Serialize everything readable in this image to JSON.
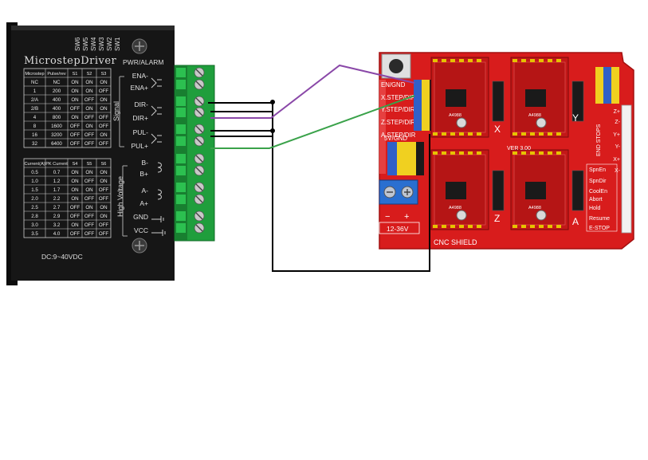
{
  "driver": {
    "title": "MicrostepDriver",
    "switch_labels": [
      "SW6",
      "SW5",
      "SW4",
      "SW3",
      "SW2",
      "SW1"
    ],
    "pwr_alarm": "PWR/ALARM",
    "microstep_table": {
      "headers": [
        "Microstep",
        "Pulse/rev",
        "S1",
        "S2",
        "S3"
      ],
      "rows": [
        [
          "NC",
          "NC",
          "ON",
          "ON",
          "ON"
        ],
        [
          "1",
          "200",
          "ON",
          "ON",
          "OFF"
        ],
        [
          "2/A",
          "400",
          "ON",
          "OFF",
          "ON"
        ],
        [
          "2/B",
          "400",
          "OFF",
          "ON",
          "ON"
        ],
        [
          "4",
          "800",
          "ON",
          "OFF",
          "OFF"
        ],
        [
          "8",
          "1600",
          "OFF",
          "ON",
          "OFF"
        ],
        [
          "16",
          "3200",
          "OFF",
          "OFF",
          "ON"
        ],
        [
          "32",
          "6400",
          "OFF",
          "OFF",
          "OFF"
        ]
      ]
    },
    "current_table": {
      "headers": [
        "Current(A)",
        "PK Current",
        "S4",
        "S5",
        "S6"
      ],
      "rows": [
        [
          "0.5",
          "0.7",
          "ON",
          "ON",
          "ON"
        ],
        [
          "1.0",
          "1.2",
          "ON",
          "OFF",
          "ON"
        ],
        [
          "1.5",
          "1.7",
          "ON",
          "ON",
          "OFF"
        ],
        [
          "2.0",
          "2.2",
          "ON",
          "OFF",
          "OFF"
        ],
        [
          "2.5",
          "2.7",
          "OFF",
          "ON",
          "ON"
        ],
        [
          "2.8",
          "2.9",
          "OFF",
          "OFF",
          "ON"
        ],
        [
          "3.0",
          "3.2",
          "ON",
          "OFF",
          "OFF"
        ],
        [
          "3.5",
          "4.0",
          "OFF",
          "OFF",
          "OFF"
        ]
      ]
    },
    "dc_label": "DC:9~40VDC",
    "signal_group": "Signal",
    "hv_group": "High Voltage",
    "terminals": [
      "ENA-",
      "ENA+",
      "DIR-",
      "DIR+",
      "PUL-",
      "PUL+",
      "B-",
      "B+",
      "A-",
      "A+",
      "GND",
      "VCC"
    ]
  },
  "shield": {
    "name": "CNC SHIELD",
    "version": "VER 3.00",
    "pin_labels": [
      "EN/GND",
      "X.STEP/DIR",
      "Y.STEP/DIR",
      "Z.STEP/DIR",
      "A.STEP/DIR",
      "5V/GND"
    ],
    "power_label": "12-36V",
    "minus": "−",
    "plus": "+",
    "axis_labels": [
      "X",
      "Y",
      "Z",
      "A"
    ],
    "end_stops": "END STOPS",
    "limit_pins": [
      "Z+",
      "Z-",
      "Y+",
      "Y-",
      "X+",
      "X-"
    ],
    "control_labels": [
      "SpnEn",
      "SpnDir",
      "CoolEn",
      "Abort",
      "Hold",
      "Resume",
      "E-STOP"
    ],
    "driver_chip": "A4988"
  },
  "colors": {
    "driver_body": "#141414",
    "terminal_green": "#1f9e3c",
    "shield_red": "#d81c1c",
    "wire_black": "#000000",
    "wire_purple": "#8a48a8",
    "wire_green": "#3aa24a"
  }
}
